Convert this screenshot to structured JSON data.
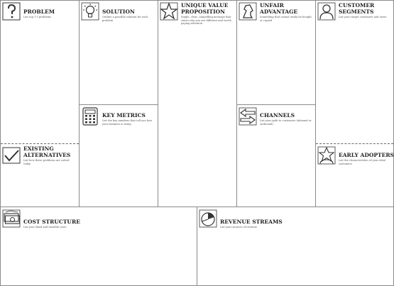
{
  "sections": {
    "problem": {
      "title": "PROBLEM",
      "desc": "List top 1-3 problems",
      "icon": "question-mark-icon"
    },
    "existing_alternatives": {
      "title": "EXISTING ALTERNATIVES",
      "desc": "List how these problems are solved today",
      "icon": "checkbox-icon"
    },
    "solution": {
      "title": "SOLUTION",
      "desc": "Outline a possible solution for each problem",
      "icon": "lightbulb-icon"
    },
    "key_metrics": {
      "title": "KEY METRICS",
      "desc": "List the key numbers that tell you how your business is doing",
      "icon": "calculator-icon"
    },
    "uvp": {
      "title": "UNIQUE VALUE PROPOSITION",
      "desc": "Single, clear, compelling message that states why you are different and worth paying attention",
      "icon": "star-icon"
    },
    "unfair_advantage": {
      "title": "UNFAIR ADVANTAGE",
      "desc": "Something that cannot easily be bought or copied",
      "icon": "chess-knight-icon"
    },
    "channels": {
      "title": "CHANNELS",
      "desc": "List your path to customers (inbound or outbound)",
      "icon": "arrows-icon"
    },
    "customer_segments": {
      "title": "CUSTOMER SEGMENTS",
      "desc": "List your target customers and users",
      "icon": "person-icon"
    },
    "early_adopters": {
      "title": "EARLY ADOPTERS",
      "desc": "List the characteristics of your ideal customers",
      "icon": "star-person-icon"
    },
    "cost_structure": {
      "title": "COST STRUCTURE",
      "desc": "List your fixed and variable costs",
      "icon": "money-icon"
    },
    "revenue_streams": {
      "title": "REVENUE STREAMS",
      "desc": "List your sources of revenue",
      "icon": "pie-chart-icon"
    }
  },
  "colors": {
    "border": "#8a8a8a",
    "text": "#222222",
    "dashed": "#666666"
  }
}
